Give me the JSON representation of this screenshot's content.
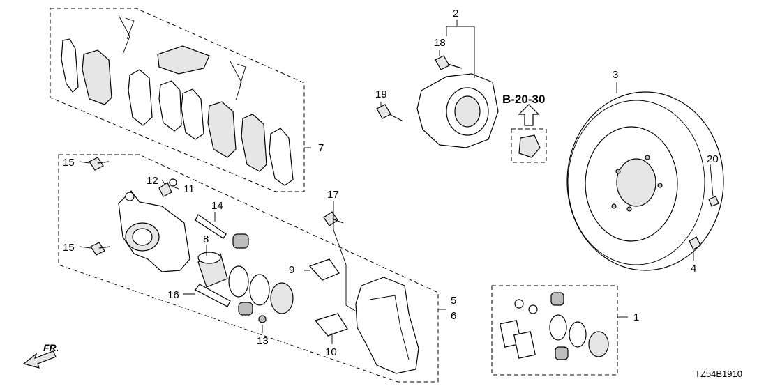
{
  "callouts": {
    "c1": "1",
    "c2": "2",
    "c3": "3",
    "c4": "4",
    "c5": "5",
    "c6": "6",
    "c7": "7",
    "c8": "8",
    "c9": "9",
    "c10": "10",
    "c11": "11",
    "c12": "12",
    "c13": "13",
    "c14": "14",
    "c15a": "15",
    "c15b": "15",
    "c16": "16",
    "c17": "17",
    "c18": "18",
    "c19": "19",
    "c20": "20"
  },
  "reference": "B-20-30",
  "direction_label": "FR.",
  "diagram_code": "TZ54B1910"
}
